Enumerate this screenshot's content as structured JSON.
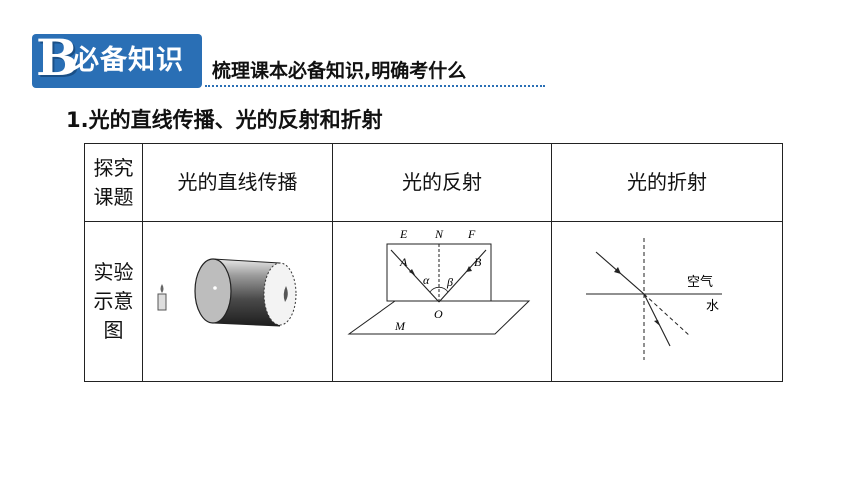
{
  "banner": {
    "letter": "B",
    "label": "必备知识"
  },
  "subtitle": "梳理课本必备知识,明确考什么",
  "section_heading": "1.光的直线传播、光的反射和折射",
  "table": {
    "col0_header": "探究课题",
    "headers": [
      "光的直线传播",
      "光的反射",
      "光的折射"
    ],
    "row_header": "实验示意图"
  },
  "diagram_reflection": {
    "label_E": "E",
    "label_N": "N",
    "label_F": "F",
    "label_A": "A",
    "label_B": "B",
    "label_alpha": "α",
    "label_beta": "β",
    "label_O": "O",
    "label_M": "M"
  },
  "diagram_refraction": {
    "label_air": "空气",
    "label_water": "水"
  },
  "colors": {
    "banner_blue": "#2a6fb5"
  }
}
